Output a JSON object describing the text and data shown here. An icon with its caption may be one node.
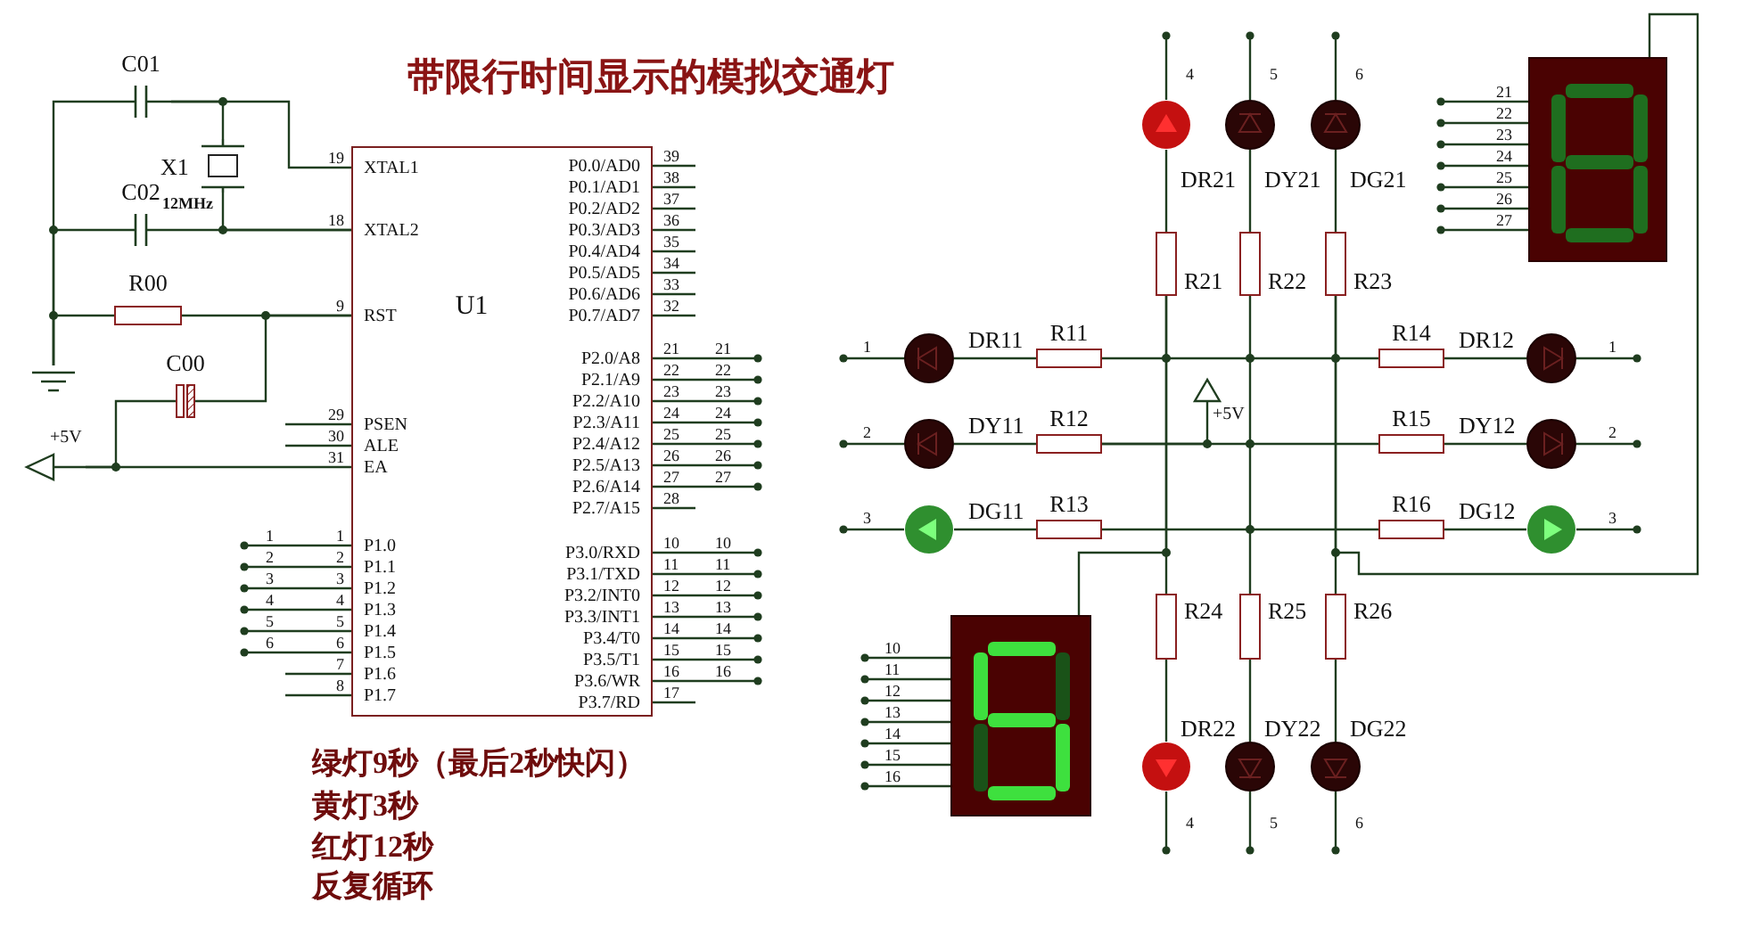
{
  "diagram": {
    "title": "带限行时间显示的模拟交通灯",
    "nodes": [
      {
        "text": [
          "C01"
        ]
      },
      {
        "text": [
          "X1"
        ],
        "beside": [
          "12MHz"
        ]
      },
      {
        "text": [
          "C02"
        ]
      },
      {
        "text": [
          "R00"
        ]
      },
      {
        "text": [
          "C00"
        ]
      },
      {
        "text": [],
        "shape": "ground"
      },
      {
        "text": [
          "+5V"
        ]
      },
      {
        "text": [
          "U1",
          "XTAL1",
          "XTAL2",
          "RST",
          "PSEN",
          "ALE",
          "EA",
          "P1.0",
          "P1.1",
          "P1.2",
          "P1.3",
          "P1.4",
          "P1.5",
          "P1.6",
          "P1.7",
          "P0.0/AD0",
          "P0.1/AD1",
          "P0.2/AD2",
          "P0.3/AD3",
          "P0.4/AD4",
          "P0.5/AD5",
          "P0.6/AD6",
          "P0.7/AD7",
          "P2.0/A8",
          "P2.1/A9",
          "P2.2/A10",
          "P2.3/A11",
          "P2.4/A12",
          "P2.5/A13",
          "P2.6/A14",
          "P2.7/A15",
          "P3.0/RXD",
          "P3.1/TXD",
          "P3.2/INT0",
          "P3.3/INT1",
          "P3.4/T0",
          "P3.5/T1",
          "P3.6/WR",
          "P3.7/RD"
        ],
        "beside": [
          "19",
          "18",
          "9",
          "29",
          "30",
          "31",
          "1",
          "2",
          "3",
          "4",
          "5",
          "6",
          "7",
          "8",
          "39",
          "38",
          "37",
          "36",
          "35",
          "34",
          "33",
          "32",
          "21",
          "22",
          "23",
          "24",
          "25",
          "26",
          "27",
          "28",
          "10",
          "11",
          "12",
          "13",
          "14",
          "15",
          "16",
          "17",
          "21",
          "22",
          "23",
          "24",
          "25",
          "26",
          "27",
          "10",
          "11",
          "12",
          "13",
          "14",
          "15",
          "16",
          "1",
          "2",
          "3",
          "4",
          "5",
          "6"
        ]
      },
      {
        "text": [
          "DR21"
        ],
        "beside": [
          "4"
        ]
      },
      {
        "text": [
          "DY21"
        ],
        "beside": [
          "5"
        ]
      },
      {
        "text": [
          "DG21"
        ],
        "beside": [
          "6"
        ]
      },
      {
        "text": [
          "R21"
        ]
      },
      {
        "text": [
          "R22"
        ]
      },
      {
        "text": [
          "R23"
        ]
      },
      {
        "text": [
          "DR11"
        ],
        "beside": [
          "1"
        ]
      },
      {
        "text": [
          "DY11"
        ],
        "beside": [
          "2"
        ]
      },
      {
        "text": [
          "DG11"
        ],
        "beside": [
          "3"
        ]
      },
      {
        "text": [
          "R11"
        ]
      },
      {
        "text": [
          "R12"
        ]
      },
      {
        "text": [
          "R13"
        ]
      },
      {
        "text": [
          "R14"
        ]
      },
      {
        "text": [
          "R15"
        ]
      },
      {
        "text": [
          "R16"
        ]
      },
      {
        "text": [
          "DR12"
        ],
        "beside": [
          "1"
        ]
      },
      {
        "text": [
          "DY12"
        ],
        "beside": [
          "2"
        ]
      },
      {
        "text": [
          "DG12"
        ],
        "beside": [
          "3"
        ]
      },
      {
        "text": [
          "+5V"
        ]
      },
      {
        "text": [
          "R24"
        ]
      },
      {
        "text": [
          "R25"
        ]
      },
      {
        "text": [
          "R26"
        ]
      },
      {
        "text": [
          "DR22"
        ],
        "beside": [
          "4"
        ]
      },
      {
        "text": [
          "DY22"
        ],
        "beside": [
          "5"
        ]
      },
      {
        "text": [
          "DG22"
        ],
        "beside": [
          "6"
        ]
      },
      {
        "text": [],
        "shape": "display",
        "beside": [
          "21",
          "22",
          "23",
          "24",
          "25",
          "26",
          "27"
        ]
      },
      {
        "text": [],
        "shape": "display",
        "beside": [
          "10",
          "11",
          "12",
          "13",
          "14",
          "15",
          "16"
        ]
      }
    ],
    "edges": [
      {
        "from": 0,
        "to": 7,
        "arrow": "none"
      },
      {
        "from": 1,
        "to": 0,
        "arrow": "none"
      },
      {
        "from": 2,
        "to": 7,
        "arrow": "none"
      },
      {
        "from": 1,
        "to": 7,
        "arrow": "none"
      },
      {
        "from": 0,
        "to": 5,
        "arrow": "none"
      },
      {
        "from": 2,
        "to": 5,
        "arrow": "none"
      },
      {
        "from": 3,
        "to": 5,
        "arrow": "none"
      },
      {
        "from": 3,
        "to": 7,
        "arrow": "none"
      },
      {
        "from": 4,
        "to": 7,
        "arrow": "none"
      },
      {
        "from": 4,
        "to": 6,
        "arrow": "none"
      },
      {
        "from": 6,
        "to": 7,
        "arrow": "none"
      },
      {
        "from": 8,
        "to": 11,
        "arrow": "none"
      },
      {
        "from": 9,
        "to": 12,
        "arrow": "none"
      },
      {
        "from": 10,
        "to": 13,
        "arrow": "none"
      },
      {
        "from": 14,
        "to": 17,
        "arrow": "none"
      },
      {
        "from": 15,
        "to": 18,
        "arrow": "none"
      },
      {
        "from": 16,
        "to": 19,
        "arrow": "none"
      },
      {
        "from": 20,
        "to": 23,
        "arrow": "none"
      },
      {
        "from": 21,
        "to": 24,
        "arrow": "none"
      },
      {
        "from": 22,
        "to": 25,
        "arrow": "none"
      },
      {
        "from": 27,
        "to": 30,
        "arrow": "none"
      },
      {
        "from": 28,
        "to": 31,
        "arrow": "none"
      },
      {
        "from": 29,
        "to": 32,
        "arrow": "none"
      },
      {
        "from": 11,
        "to": 27,
        "arrow": "none"
      },
      {
        "from": 12,
        "to": 28,
        "arrow": "none"
      },
      {
        "from": 13,
        "to": 29,
        "arrow": "none"
      },
      {
        "from": 17,
        "to": 20,
        "arrow": "none"
      },
      {
        "from": 18,
        "to": 21,
        "arrow": "none"
      },
      {
        "from": 19,
        "to": 22,
        "arrow": "none"
      },
      {
        "from": 26,
        "to": 18,
        "arrow": "none"
      },
      {
        "from": 11,
        "to": 34,
        "arrow": "none"
      },
      {
        "from": 13,
        "to": 33,
        "arrow": "none"
      }
    ],
    "labels": [
      "绿灯9秒（最后2秒快闪）",
      "黄灯3秒",
      "红灯12秒",
      "反复循环"
    ]
  }
}
